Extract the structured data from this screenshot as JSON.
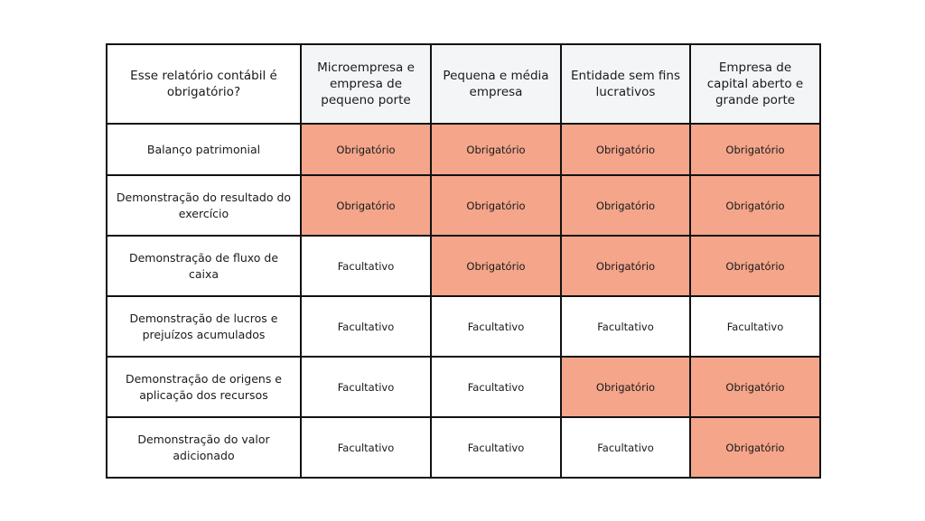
{
  "table": {
    "corner_label": "Esse relatório contábil é obrigatório?",
    "columns": [
      "Microempresa e empresa de pequeno porte",
      "Pequena e média empresa",
      "Entidade sem fins lucrativos",
      "Empresa de capital aberto e grande porte"
    ],
    "rows": [
      {
        "label": "Balanço patrimonial",
        "cells": [
          "Obrigatório",
          "Obrigatório",
          "Obrigatório",
          "Obrigatório"
        ]
      },
      {
        "label": "Demonstração do resultado do exercício",
        "cells": [
          "Obrigatório",
          "Obrigatório",
          "Obrigatório",
          "Obrigatório"
        ]
      },
      {
        "label": "Demonstração de fluxo de caixa",
        "cells": [
          "Facultativo",
          "Obrigatório",
          "Obrigatório",
          "Obrigatório"
        ]
      },
      {
        "label": "Demonstração de lucros e prejuízos acumulados",
        "cells": [
          "Facultativo",
          "Facultativo",
          "Facultativo",
          "Facultativo"
        ]
      },
      {
        "label": "Demonstração de origens e aplicação dos recursos",
        "cells": [
          "Facultativo",
          "Facultativo",
          "Obrigatório",
          "Obrigatório"
        ]
      },
      {
        "label": "Demonstração do valor adicionado",
        "cells": [
          "Facultativo",
          "Facultativo",
          "Facultativo",
          "Obrigatório"
        ]
      }
    ]
  },
  "colors": {
    "required_fill": "#f4a58a",
    "optional_fill": "#ffffff",
    "header_fill": "#f4f5f7",
    "border": "#111111"
  }
}
